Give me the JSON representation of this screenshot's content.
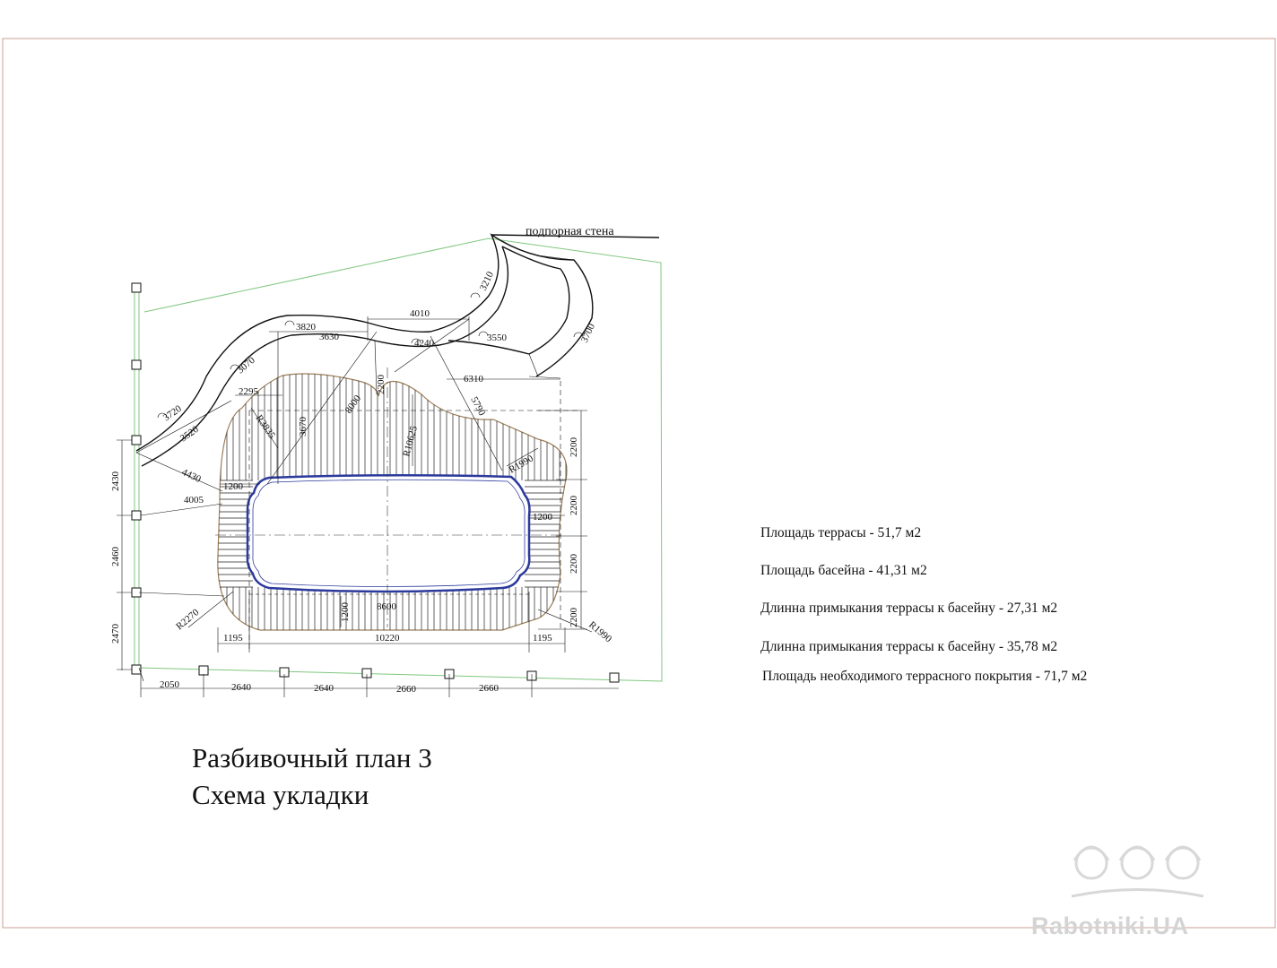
{
  "plan": {
    "title": "Разбивочный план  3",
    "subtitle": "Схема укладки",
    "retaining_wall_label": "подпорная стена"
  },
  "stats": [
    "Площадь террасы  - 51,7 м2",
    "Площадь басейна  - 41,31 м2",
    "Длинна примыкания террасы к басейну  - 27,31 м2",
    "Длинна примыкания террасы к басейну  - 35,78 м2",
    "Площадь необходимого террасного покрытия   - 71,7 м2"
  ],
  "dimensions": {
    "bottom": [
      "2050",
      "2640",
      "2640",
      "2660",
      "2660"
    ],
    "left": [
      "2430",
      "2460",
      "2470"
    ],
    "right": [
      "2200",
      "2200",
      "2200",
      "2200"
    ],
    "pool": [
      "1195",
      "10220",
      "1195",
      "8600",
      "1200",
      "1200",
      "1200"
    ],
    "wall": [
      "3720",
      "3070",
      "3820",
      "3630",
      "4010",
      "4240",
      "3550",
      "3210",
      "3700",
      "3520"
    ],
    "diagonal": [
      "4430",
      "4005",
      "2295",
      "3670",
      "8000",
      "2200",
      "6310",
      "5790"
    ],
    "radius": [
      "R3835",
      "R10625",
      "R1990",
      "R1990",
      "R2270"
    ]
  },
  "watermark": "Rabotniki.UA",
  "colors": {
    "frame": "#c89f93",
    "site": "#7fc77f",
    "pool": "#2b3a9c",
    "terrace_outline": "#9c7e5a",
    "ink": "#111111",
    "watermark": "#d4d4d4"
  }
}
